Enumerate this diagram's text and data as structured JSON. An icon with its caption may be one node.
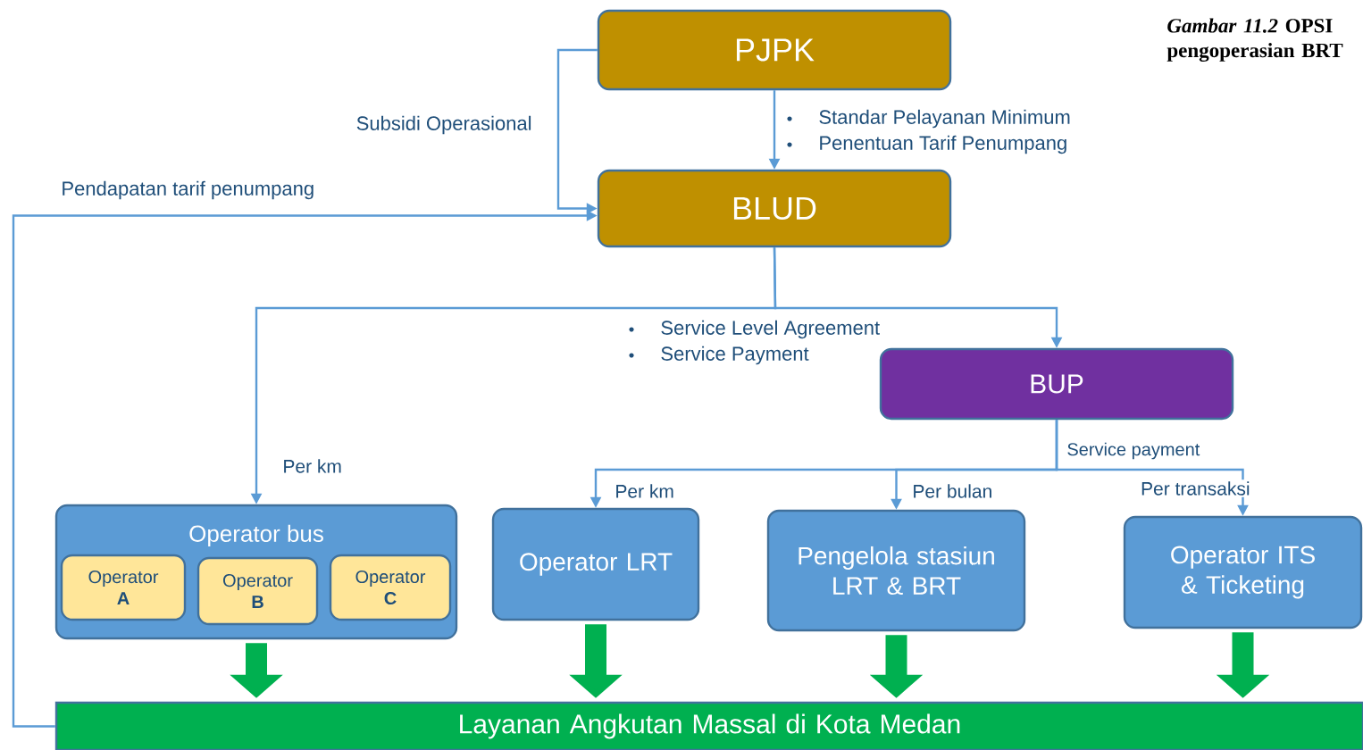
{
  "diagram": {
    "caption": "*Gambar 11.2* OPSI pengoperasian BRT",
    "nodes": [
      {
        "text": [
          "PJPK"
        ]
      },
      {
        "text": [
          "BLUD"
        ]
      },
      {
        "text": [
          "BUP"
        ]
      },
      {
        "text": [
          "Operator bus"
        ]
      },
      {
        "text": [
          "Operator **A**"
        ],
        "in": 3
      },
      {
        "text": [
          "Operator **B**"
        ],
        "in": 3
      },
      {
        "text": [
          "Operator **C**"
        ],
        "in": 3
      },
      {
        "text": [
          "Operator LRT"
        ]
      },
      {
        "text": [
          "Pengelola stasiun LRT & BRT"
        ]
      },
      {
        "text": [
          "Operator ITS & Ticketing"
        ]
      },
      {
        "text": [
          "Layanan Angkutan Massal di Kota Medan"
        ]
      }
    ],
    "edges": [
      {
        "from": 0,
        "to": 1,
        "arrow": "to"
      },
      {
        "from": 0,
        "to": 1,
        "arrow": "to",
        "label": "Subsidi Operasional"
      },
      {
        "from": 10,
        "to": 1,
        "arrow": "to",
        "label": "Pendapatan tarif penumpang"
      },
      {
        "from": 1,
        "to": 3,
        "arrow": "to",
        "label": "Per km"
      },
      {
        "from": 1,
        "to": 2,
        "arrow": "to"
      },
      {
        "from": 2,
        "to": 7,
        "arrow": "to",
        "label": "Per km"
      },
      {
        "from": 2,
        "to": 8,
        "arrow": "to",
        "label": "Per bulan"
      },
      {
        "from": 2,
        "to": 9,
        "arrow": "to",
        "label": "Per transaksi"
      },
      {
        "from": 3,
        "to": 10,
        "arrow": "to",
        "style": "thick",
        "color": "#00b050"
      },
      {
        "from": 7,
        "to": 10,
        "arrow": "to",
        "style": "thick",
        "color": "#00b050"
      },
      {
        "from": 8,
        "to": 10,
        "arrow": "to",
        "style": "thick",
        "color": "#00b050"
      },
      {
        "from": 9,
        "to": 10,
        "arrow": "to",
        "style": "thick",
        "color": "#00b050"
      }
    ],
    "labels": [
      "Standar Pelayanan Minimum",
      "Penentuan Tarif Penumpang",
      "Service Level Agreement",
      "Service Payment",
      "Service payment"
    ]
  }
}
